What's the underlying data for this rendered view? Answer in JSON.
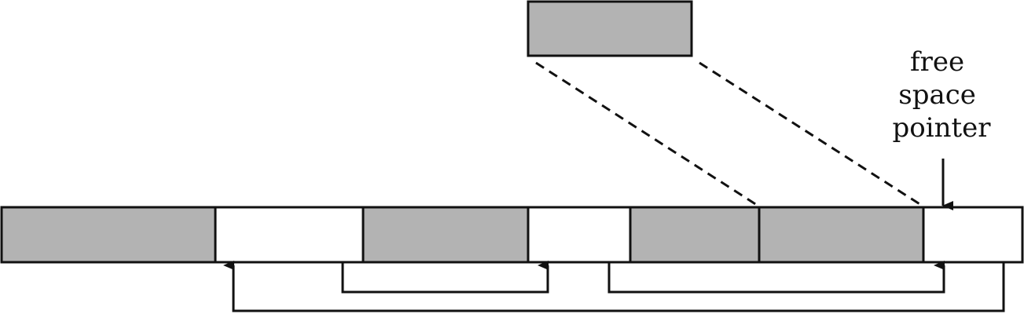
{
  "label": {
    "line1": "free",
    "line2": "space",
    "line3": "pointer"
  },
  "colors": {
    "filled": "#b3b3b3",
    "empty": "#ffffff",
    "stroke": "#111111",
    "background": "#ffffff"
  }
}
